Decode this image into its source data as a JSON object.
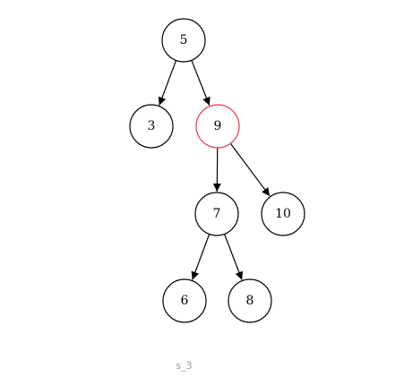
{
  "diagram": {
    "nodes": [
      {
        "id": "n5",
        "label": "5",
        "color": "#000000"
      },
      {
        "id": "n3",
        "label": "3",
        "color": "#000000"
      },
      {
        "id": "n9",
        "label": "9",
        "color": "#e8374f"
      },
      {
        "id": "n7",
        "label": "7",
        "color": "#000000"
      },
      {
        "id": "n10",
        "label": "10",
        "color": "#000000"
      },
      {
        "id": "n6",
        "label": "6",
        "color": "#000000"
      },
      {
        "id": "n8",
        "label": "8",
        "color": "#000000"
      }
    ],
    "edges": [
      {
        "from": "n5",
        "to": "n3"
      },
      {
        "from": "n5",
        "to": "n9"
      },
      {
        "from": "n9",
        "to": "n7"
      },
      {
        "from": "n9",
        "to": "n10"
      },
      {
        "from": "n7",
        "to": "n6"
      },
      {
        "from": "n7",
        "to": "n8"
      }
    ],
    "caption": "s_3"
  }
}
